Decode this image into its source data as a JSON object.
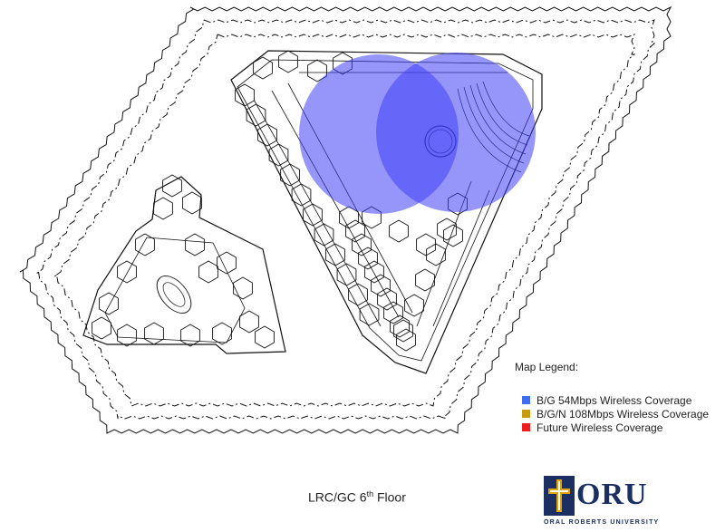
{
  "legend": {
    "title": "Map Legend:",
    "items": [
      {
        "label": "B/G 54Mbps Wireless Coverage",
        "color": "#3f6df0"
      },
      {
        "label": "B/G/N 108Mbps Wireless Coverage",
        "color": "#c89b12"
      },
      {
        "label": "Future Wireless Coverage",
        "color": "#ee1c1c"
      }
    ]
  },
  "floor_label": {
    "prefix": "LRC/GC 6",
    "superscript": "th",
    "suffix": " Floor"
  },
  "logo": {
    "name": "ORU",
    "subtitle": "ORAL ROBERTS UNIVERSITY",
    "primary": "#1c2f63",
    "accent": "#e0a400"
  },
  "coverage_color": "#3f3ff5"
}
